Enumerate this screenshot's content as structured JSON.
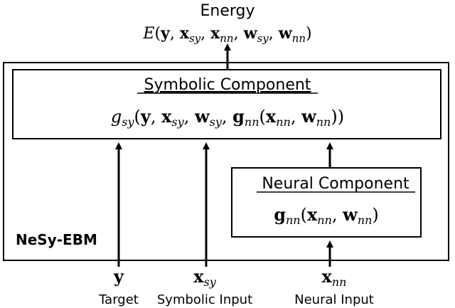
{
  "energy": {
    "title": "Energy",
    "formula": "E(y, x_sy, x_nn, w_sy, w_nn)"
  },
  "outer_box": {
    "label": "NeSy-EBM"
  },
  "symbolic": {
    "title": "Symbolic Component",
    "formula": "g_sy(y, x_sy, w_sy, g_nn(x_nn, w_nn))"
  },
  "neural": {
    "title": "Neural Component",
    "formula": "g_nn(x_nn, w_nn)"
  },
  "inputs": [
    {
      "symbol": "y",
      "label": "Target"
    },
    {
      "symbol": "x_sy",
      "label": "Symbolic Input"
    },
    {
      "symbol": "x_nn",
      "label": "Neural Input"
    }
  ]
}
